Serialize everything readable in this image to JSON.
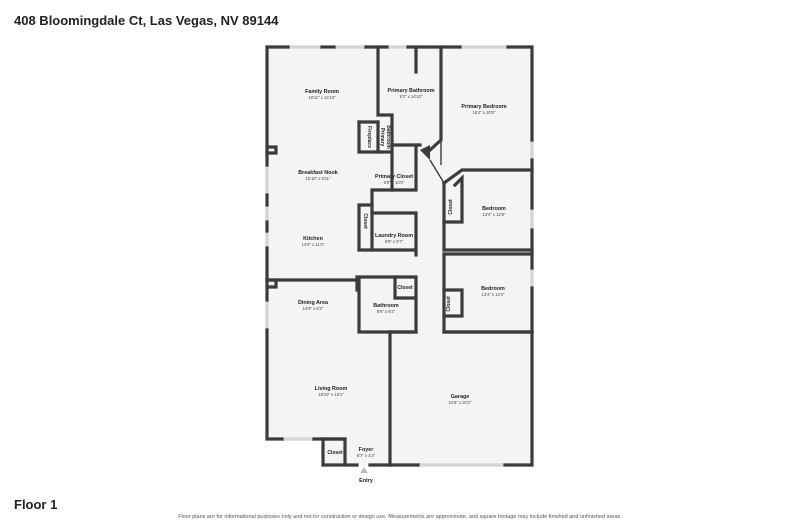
{
  "header": {
    "address": "408 Bloomingdale Ct, Las Vegas, NV 89144"
  },
  "footer": {
    "floor": "Floor 1",
    "disclaimer": "Floor plans are for informational purposes only and not for construction or design use. Measurements are approximate, and square footage may include finished and unfinished areas."
  },
  "rooms": {
    "family_room": {
      "name": "Family Room",
      "dim": "18'11\" x 14'10\""
    },
    "breakfast_nook": {
      "name": "Breakfast Nook",
      "dim": "15'10\" x 8'11\""
    },
    "kitchen": {
      "name": "Kitchen",
      "dim": "14'8\" x 11'4\""
    },
    "dining_area": {
      "name": "Dining Area",
      "dim": "14'9\" x 8'2\""
    },
    "living_room": {
      "name": "Living Room",
      "dim": "18'10\" x 16'1\""
    },
    "foyer": {
      "name": "Foyer",
      "dim": "6'7\" x 4'2\""
    },
    "entry": {
      "name": "Entry"
    },
    "primary_bathroom": {
      "name": "Primary Bathroom",
      "dim": "9'3\" x 14'10\""
    },
    "primary_bedroom": {
      "name": "Primary Bedroom",
      "dim": "16'4\" x 20'8\""
    },
    "primary_closet": {
      "name": "Primary Closet",
      "dim": "6'9\" x 10'0\""
    },
    "laundry_room": {
      "name": "Laundry Room",
      "dim": "6'9\" x 5'7\""
    },
    "bedroom_1": {
      "name": "Bedroom",
      "dim": "13'4\" x 12'6\""
    },
    "bedroom_2": {
      "name": "Bedroom",
      "dim": "13'4\" x 12'4\""
    },
    "bathroom": {
      "name": "Bathroom",
      "dim": "8'6\" x 8'2\""
    },
    "garage": {
      "name": "Garage",
      "dim": "21'8\" x 20'2\""
    }
  },
  "labels": {
    "fireplace": "Fireplace",
    "primary_bathroom_vertical_1": "Primary",
    "primary_bathroom_vertical_2": "Bathroom",
    "closet_laundry": "Closet",
    "closet_bedroom1": "Closet",
    "closet_bathroom": "Closet",
    "closet_bedroom2": "Closet",
    "closet_foyer": "Closet"
  },
  "colors": {
    "wall": "#3b3b3b",
    "floor": "#f4f4f4",
    "window": "#d6d6d6"
  }
}
